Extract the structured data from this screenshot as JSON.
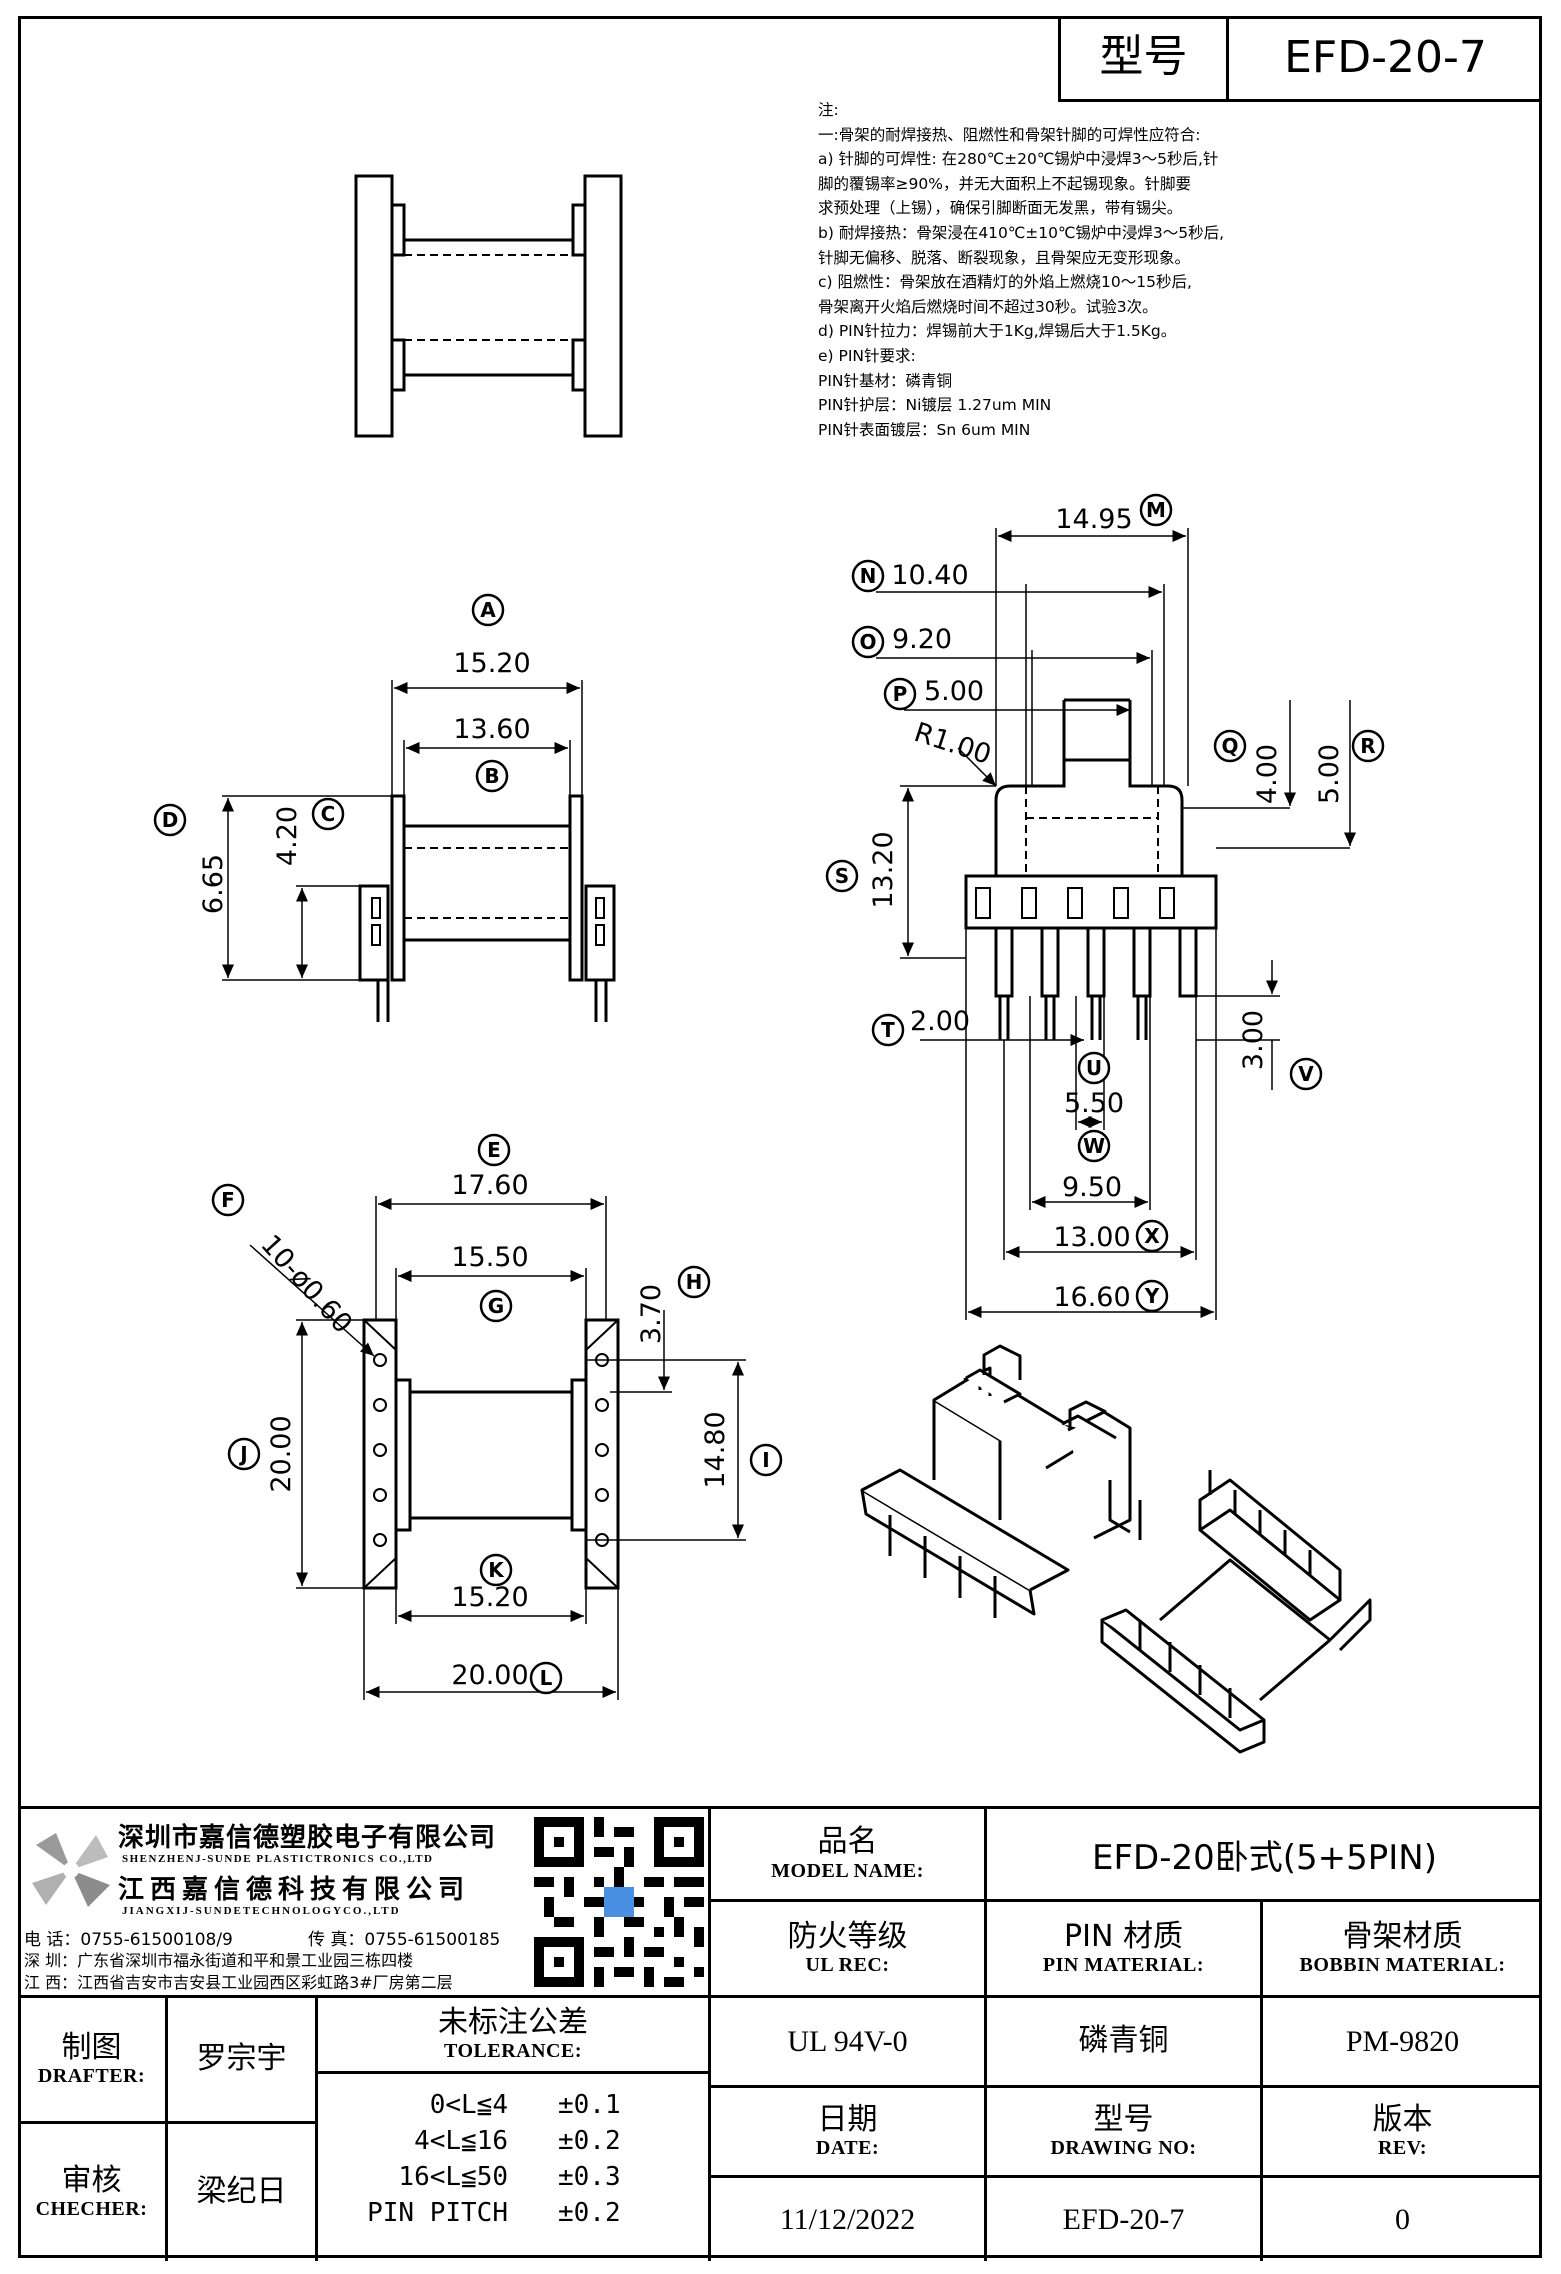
{
  "header": {
    "model_label": "型号",
    "model_value": "EFD-20-7"
  },
  "notes": [
    "注:",
    "一:骨架的耐焊接热、阻燃性和骨架针脚的可焊性应符合:",
    "a) 针脚的可焊性: 在280℃±20℃锡炉中浸焊3～5秒后,针",
    "脚的覆锡率≥90%，并无大面积上不起锡现象。针脚要",
    "求预处理（上锡），确保引脚断面无发黑，带有锡尖。",
    "b) 耐焊接热：骨架浸在410℃±10℃锡炉中浸焊3～5秒后,",
    "针脚无偏移、脱落、断裂现象，且骨架应无变形现象。",
    "c) 阻燃性：骨架放在酒精灯的外焰上燃烧10～15秒后,",
    "骨架离开火焰后燃烧时间不超过30秒。试验3次。",
    "d) PIN针拉力：焊锡前大于1Kg,焊锡后大于1.5Kg。",
    "e) PIN针要求:",
    "PIN针基材：磷青铜",
    "PIN针护层：Ni镀层 1.27um MIN",
    "PIN针表面镀层：Sn 6um MIN"
  ],
  "dimensions": {
    "A": "15.20",
    "B": "13.60",
    "C": "4.20",
    "D": "6.65",
    "E": "17.60",
    "F": "10-ø0.60",
    "G": "15.50",
    "H": "3.70",
    "I": "14.80",
    "J": "20.00",
    "K": "15.20",
    "L": "20.00",
    "M": "14.95",
    "N": "10.40",
    "O": "9.20",
    "P": "5.00",
    "Q": "4.00",
    "R": "5.00",
    "S": "13.20",
    "T": "2.00",
    "U": "5.50",
    "V": "3.00",
    "W": "9.50",
    "X": "13.00",
    "Y": "16.60",
    "radius": "R1.00"
  },
  "labels": {
    "A": "A",
    "B": "B",
    "C": "C",
    "D": "D",
    "E": "E",
    "F": "F",
    "G": "G",
    "H": "H",
    "I": "I",
    "J": "J",
    "K": "K",
    "L": "L",
    "M": "M",
    "N": "N",
    "O": "O",
    "P": "P",
    "Q": "Q",
    "R": "R",
    "S": "S",
    "T": "T",
    "U": "U",
    "V": "V",
    "W": "W",
    "X": "X",
    "Y": "Y"
  },
  "company": {
    "name_cn_1": "深圳市嘉信德塑胶电子有限公司",
    "name_en_1": "SHENZHENJ-SUNDE PLASTICTRONICS CO.,LTD",
    "name_cn_2": "江西嘉信德科技有限公司",
    "name_en_2": "JIANGXIJ-SUNDETECHNOLOGYCO.,LTD",
    "phone": "电 话：0755-61500108/9",
    "fax": "传 真：0755-61500185",
    "addr_sz": "深 圳：广东省深圳市福永街道和平和景工业园三栋四楼",
    "addr_jx": "江 西：江西省吉安市吉安县工业园西区彩虹路3#厂房第二层"
  },
  "title_block": {
    "model_name_cn": "品名",
    "model_name_en": "MODEL NAME:",
    "model_name_value": "EFD-20卧式(5+5PIN)",
    "ul_cn": "防火等级",
    "ul_en": "UL REC:",
    "ul_value": "UL 94V-0",
    "pin_cn": "PIN 材质",
    "pin_en": "PIN MATERIAL:",
    "pin_value": "磷青铜",
    "bobbin_cn": "骨架材质",
    "bobbin_en": "BOBBIN MATERIAL:",
    "bobbin_value": "PM-9820",
    "drafter_cn": "制图",
    "drafter_en": "DRAFTER:",
    "drafter_value": "罗宗宇",
    "checker_cn": "审核",
    "checker_en": "CHECHER:",
    "checker_value": "梁纪日",
    "tolerance_cn": "未标注公差",
    "tolerance_en": "TOLERANCE:",
    "tolerances": [
      {
        "range": "0<L≦4",
        "value": "±0.1"
      },
      {
        "range": "4<L≦16",
        "value": "±0.2"
      },
      {
        "range": "16<L≦50",
        "value": "±0.3"
      },
      {
        "range": "PIN PITCH",
        "value": "±0.2"
      }
    ],
    "date_cn": "日期",
    "date_en": "DATE:",
    "date_value": "11/12/2022",
    "drawing_cn": "型号",
    "drawing_en": "DRAWING NO:",
    "drawing_value": "EFD-20-7",
    "rev_cn": "版本",
    "rev_en": "REV:",
    "rev_value": "0"
  }
}
